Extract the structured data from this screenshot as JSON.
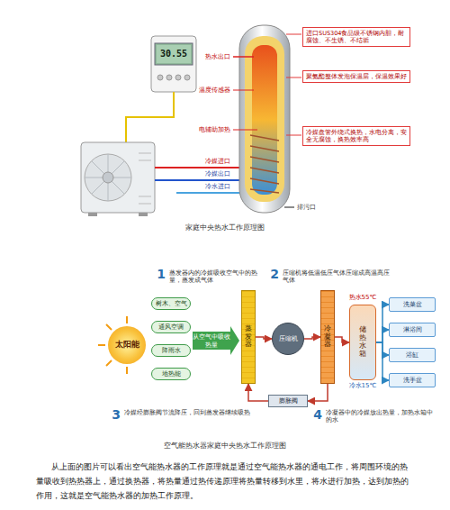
{
  "diagram": {
    "nodes": [
      {
        "text": [
          "30.55"
        ]
      },
      {
        "text": [
          "进口SUS304食品级不锈钢内胆，耐腐蚀、不生锈、不结垢"
        ]
      },
      {
        "text": [
          "聚氨酯整体发泡保温层，保温效果好"
        ]
      },
      {
        "text": [
          "冷媒盘管外绕式换热，水电分离，安全无腐蚀，换热效率高"
        ]
      },
      {
        "text": [
          "太阳能"
        ]
      },
      {
        "text": [
          "树木、空气"
        ]
      },
      {
        "text": [
          "通风空调"
        ]
      },
      {
        "text": [
          "降雨水"
        ]
      },
      {
        "text": [
          "地热能"
        ]
      },
      {
        "text": [
          "蒸发器"
        ]
      },
      {
        "text": [
          "压缩机"
        ]
      },
      {
        "text": [
          "冷凝器"
        ]
      },
      {
        "text": [
          "膨胀阀"
        ]
      },
      {
        "text": [
          "储热水箱"
        ]
      },
      {
        "text": [
          "洗菜盆"
        ]
      },
      {
        "text": [
          "淋浴间"
        ]
      },
      {
        "text": [
          "浴缸"
        ]
      },
      {
        "text": [
          "洗手盆"
        ]
      }
    ],
    "edges": [
      {
        "from": 9,
        "to": 10,
        "arrow": "to"
      },
      {
        "from": 10,
        "to": 11,
        "arrow": "to"
      },
      {
        "from": 11,
        "to": 12,
        "arrow": "to"
      },
      {
        "from": 12,
        "to": 9,
        "arrow": "to"
      },
      {
        "from": 11,
        "to": 13,
        "arrow": "to"
      },
      {
        "from": 13,
        "to": 14,
        "arrow": "to"
      },
      {
        "from": 13,
        "to": 15,
        "arrow": "to"
      },
      {
        "from": 13,
        "to": 16,
        "arrow": "to"
      },
      {
        "from": 13,
        "to": 17,
        "arrow": "to"
      }
    ],
    "labels": [
      "热水出口",
      "温度传感器",
      "电辅助加热",
      "冷媒进口",
      "冷媒出口",
      "冷水进口",
      "排污口",
      "家庭中央热水工作原理图",
      "1",
      "蒸发器内的冷媒吸收空气中的热量，蒸发成气体",
      "2",
      "压缩机将低温低压气体压缩成高温高压气体",
      "从空气中吸收热量",
      "热水55℃",
      "冷水15℃",
      "3",
      "冷媒经膨胀阀节流降压，回到蒸发器继续吸热",
      "4",
      "冷凝器中的冷媒放出热量，加热水箱中的水",
      "空气能热水器家庭中央热水工作原理图",
      "从上面的图片可以看出空气能热水器的工作原理就是通过空气能热水器的通电工作，将周围环境的热量吸收到热热器上，通过换热器，将热量通过热传递原理将热量转移到水里，将水进行加热，达到加热的作用，这就是空气能热水器的加热工作原理。"
    ]
  }
}
